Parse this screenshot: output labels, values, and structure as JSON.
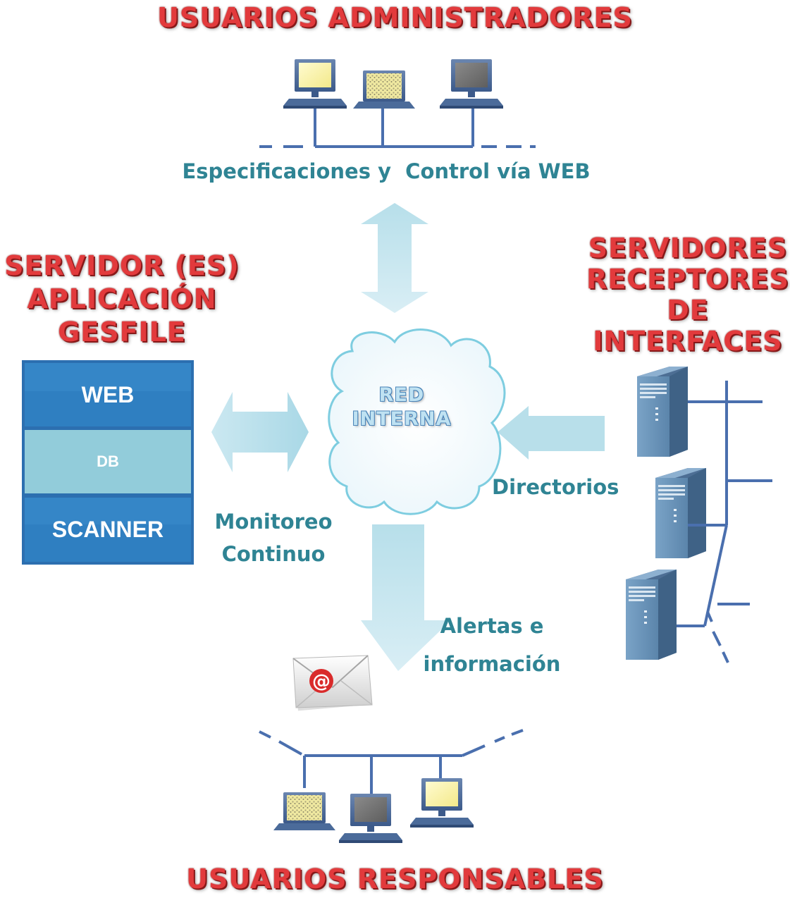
{
  "titles": {
    "top": "USUARIOS ADMINISTRADORES",
    "bottom": "USUARIOS RESPONSABLES",
    "left_line1": "SERVIDOR (ES)",
    "left_line2": "APLICACIÓN",
    "left_line3": "GESFILE",
    "right_line1": "SERVIDORES",
    "right_line2": "RECEPTORES",
    "right_line3": "DE",
    "right_line4": "INTERFACES"
  },
  "labels": {
    "web_spec": "Especificaciones y  Control vía WEB",
    "monitoreo_line1": "Monitoreo",
    "monitoreo_line2": "Continuo",
    "directorios": "Directorios",
    "alertas_line1": "Alertas e",
    "alertas_line2": "información"
  },
  "cloud": {
    "line1": "RED",
    "line2": "INTERNA"
  },
  "app_stack": {
    "layer1": "WEB",
    "layer2": "DB",
    "layer3": "SCANNER"
  },
  "icons": {
    "admin_computers": [
      "computer-icon",
      "laptop-icon",
      "computer-icon"
    ],
    "responsible_computers": [
      "laptop-icon",
      "computer-icon",
      "computer-icon"
    ],
    "servers": [
      "server-tower-icon",
      "server-tower-icon",
      "server-tower-icon"
    ],
    "mail": "email-envelope-icon"
  },
  "colors": {
    "title_red": "#e23a3c",
    "label_teal": "#2f8494",
    "network_line": "#4a6fae",
    "arrow_light_blue": "#a9d8e6",
    "stack_blue": "#2f7fc1",
    "stack_db": "#92ccda"
  }
}
